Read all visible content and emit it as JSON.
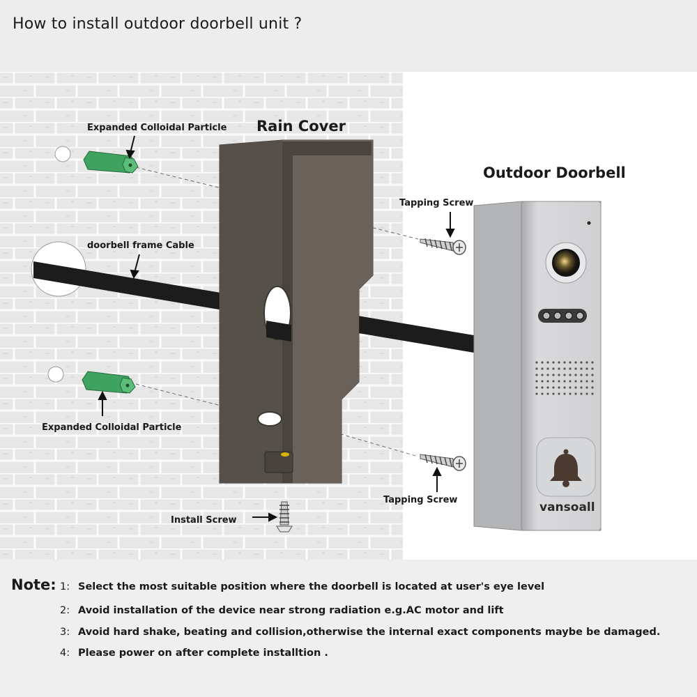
{
  "page": {
    "title": "How to install outdoor doorbell unit ?"
  },
  "labels": {
    "particle_top": "Expanded Colloidal Particle",
    "particle_bottom": "Expanded Colloidal Particle",
    "cable": "doorbell frame Cable",
    "rain_cover": "Rain Cover",
    "outdoor_doorbell": "Outdoor Doorbell",
    "tapping_screw_top": "Tapping Screw",
    "tapping_screw_bottom": "Tapping Screw",
    "install_screw": "Install Screw",
    "brand": "vansoall"
  },
  "notes": {
    "heading": "Note:",
    "items": [
      {
        "num": "1:",
        "text": "Select the most suitable position where the doorbell is located at user's eye level"
      },
      {
        "num": "2:",
        "text": "Avoid installation of the device near strong radiation e.g.AC motor and lift"
      },
      {
        "num": "3:",
        "text": "Avoid hard shake, beating and collision,otherwise the internal exact components maybe be damaged."
      },
      {
        "num": "4:",
        "text": "Please power on after complete installtion ."
      }
    ]
  },
  "colors": {
    "wall": "#e6e6e6",
    "brick_line": "#ffffff",
    "cover": "#5e5750",
    "cover_inner": "#4a443e",
    "doorbell_body": "#cfd0d2",
    "particle": "#3fa25e",
    "cable": "#1c1c1c"
  }
}
